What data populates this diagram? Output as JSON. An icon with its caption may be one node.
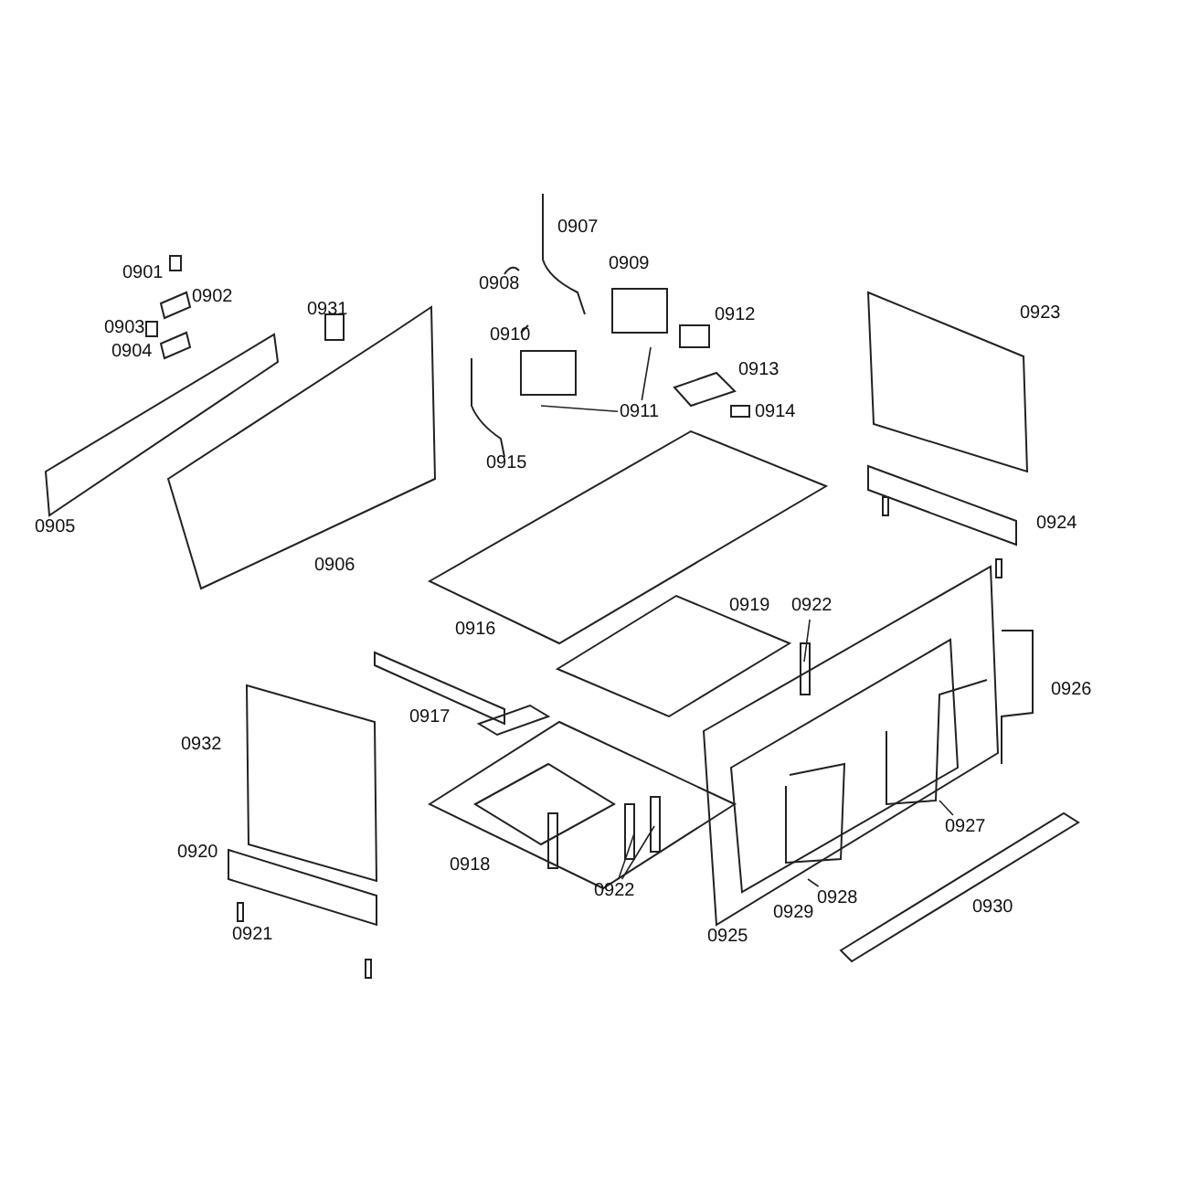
{
  "diagram": {
    "nodes": [
      {
        "text": [
          "0911"
        ]
      },
      {
        "text": [
          "0922"
        ]
      },
      {
        "text": [
          "0922"
        ]
      },
      {
        "text": [
          "0927"
        ]
      },
      {
        "text": [
          "0928"
        ]
      }
    ],
    "edges": [
      {
        "from": 0,
        "to": null,
        "arrow": "none"
      },
      {
        "from": 0,
        "to": null,
        "arrow": "none"
      },
      {
        "from": 1,
        "to": null,
        "arrow": "none"
      },
      {
        "from": 2,
        "to": null,
        "arrow": "none"
      },
      {
        "from": 2,
        "to": null,
        "arrow": "none"
      },
      {
        "from": 3,
        "to": null,
        "arrow": "none"
      },
      {
        "from": 4,
        "to": null,
        "arrow": "none"
      }
    ],
    "labels": [
      "0907",
      "0901",
      "0908",
      "0909",
      "0902",
      "0923",
      "0931",
      "0912",
      "0903",
      "0910",
      "0904",
      "0913",
      "0914",
      "0915",
      "0905",
      "0906",
      "0924",
      "0916",
      "0919",
      "0917",
      "0926",
      "0932",
      "0918",
      "0920",
      "0929",
      "0930",
      "0921",
      "0925"
    ]
  }
}
